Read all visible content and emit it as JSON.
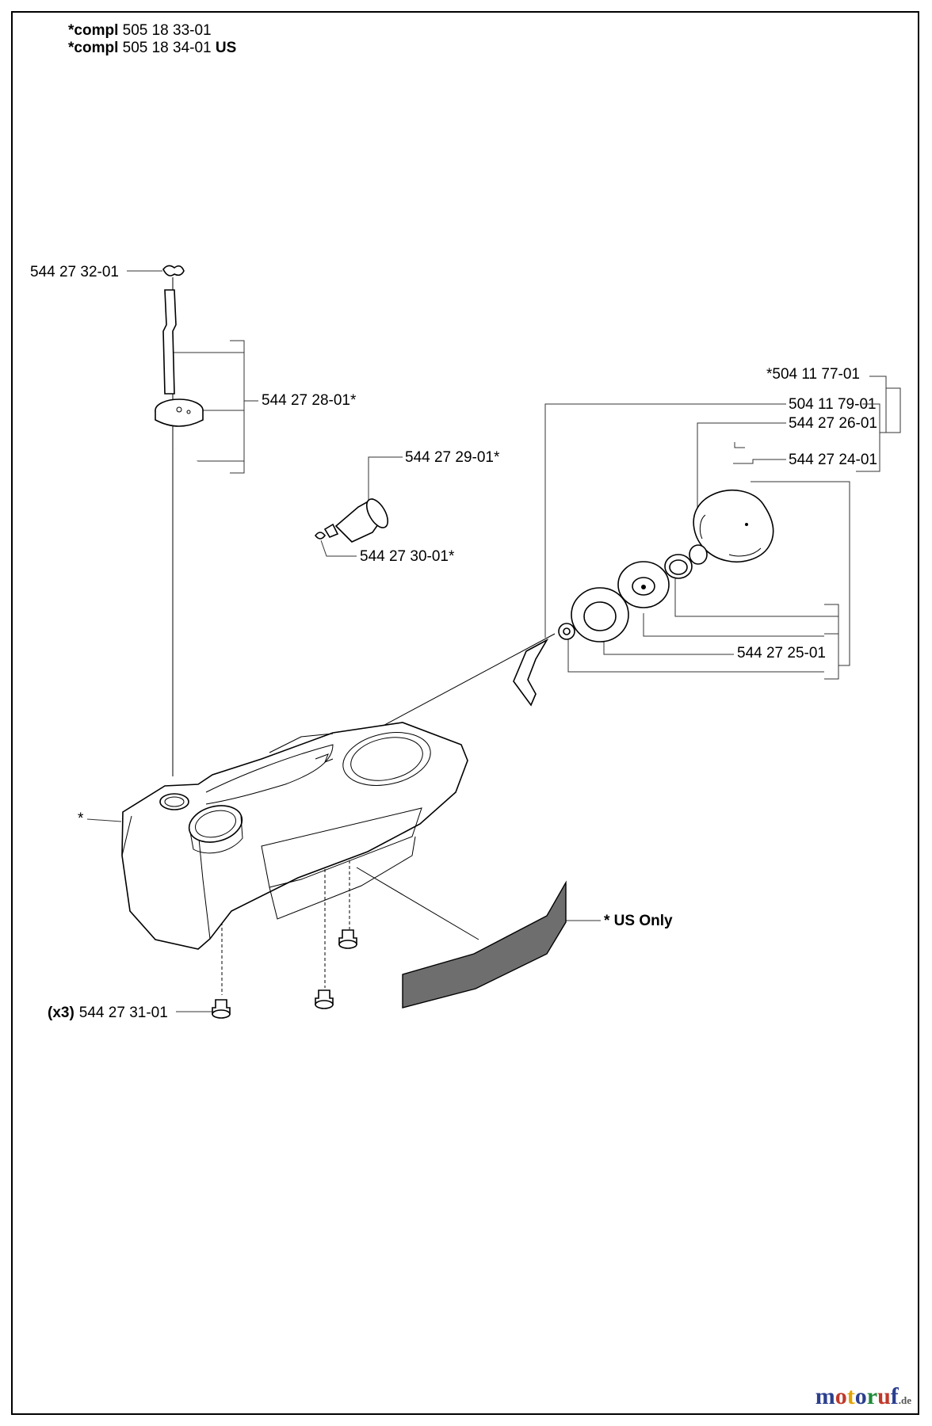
{
  "header": {
    "line1": {
      "prefix": "*compl",
      "number": "505 18 33-01",
      "suffix": ""
    },
    "line2": {
      "prefix": "*compl",
      "number": "505 18 34-01",
      "suffix": "US"
    }
  },
  "callouts": {
    "c1": "544 27 32-01",
    "c2": "544 27 28-01*",
    "c3": "544 27 29-01*",
    "c4": "544 27 30-01*",
    "c5": "*504 11 77-01",
    "c6": "504 11 79-01",
    "c7": "544 27 26-01",
    "c8": "544 27 24-01",
    "c9": "544 27 25-01",
    "c10": "*",
    "c11": "* US Only",
    "c12_prefix": "(x3)",
    "c12": "544 27 31-01"
  },
  "watermark": {
    "text": "motoruf",
    "suffix": ".de",
    "colors": [
      "#2b3f8f",
      "#c0392b",
      "#e2a400",
      "#2b3f8f",
      "#1e8a3a",
      "#c0392b",
      "#2b3f8f"
    ]
  }
}
